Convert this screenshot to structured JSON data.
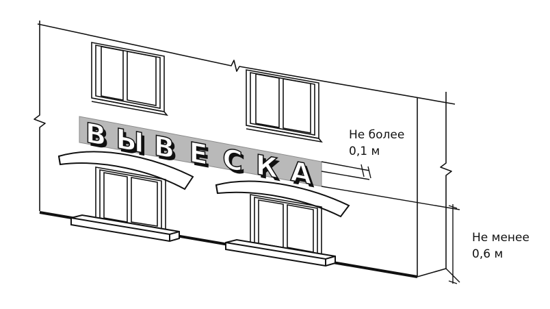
{
  "sign": {
    "text": "ВЫВЕСКА",
    "letters": [
      "В",
      "Ы",
      "В",
      "Е",
      "С",
      "К",
      "А"
    ]
  },
  "annotations": {
    "max_offset_line1": "Не более",
    "max_offset_line2": "0,1 м",
    "min_height_line1": "Не менее",
    "min_height_line2": "0,6 м"
  },
  "colors": {
    "stroke": "#111111",
    "sign_panel": "#b9b9b9",
    "letter_fill": "#ffffff",
    "letter_shadow": "#111111",
    "background": "#ffffff"
  }
}
